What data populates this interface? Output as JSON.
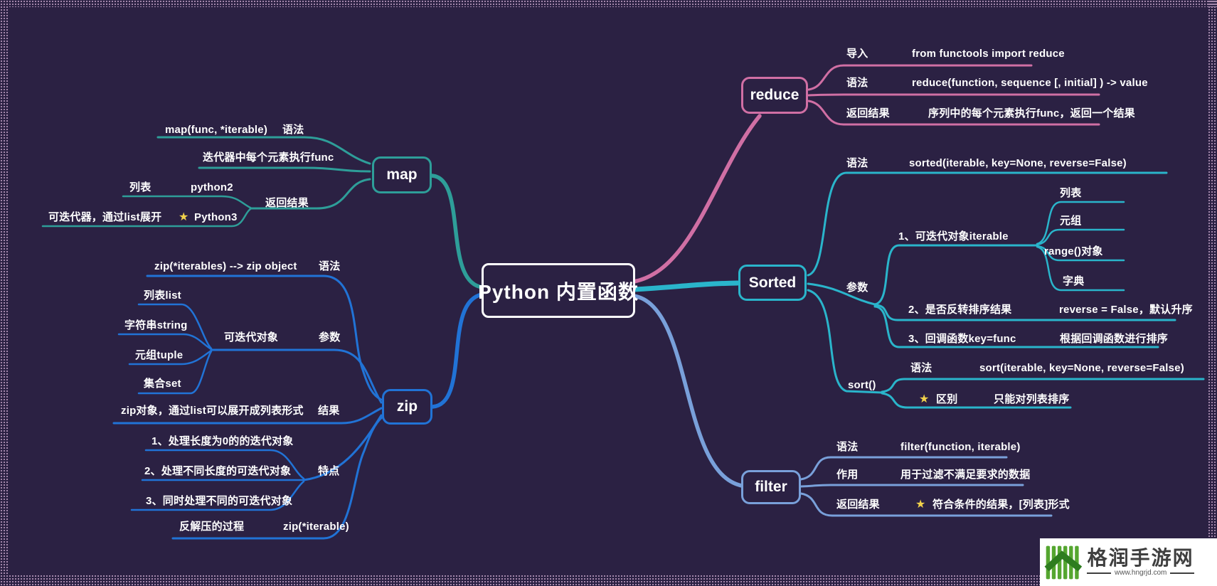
{
  "title": "Python 内置函数",
  "star": "★",
  "colors": {
    "background": "#2B2143",
    "dot_border": "#CBA9CE",
    "map_branch": "#2E9E99",
    "zip_branch": "#2173D6",
    "reduce_branch": "#D06FA4",
    "sorted_branch": "#2AB5CB",
    "filter_branch": "#79A0DA",
    "star": "#F2D24B",
    "central_border": "#FFFFFF"
  },
  "map": {
    "node": "map",
    "syntax_label": "语法",
    "syntax_value": "map(func, *iterable)",
    "desc": "迭代器中每个元素执行func",
    "result_label": "返回结果",
    "python2_label": "python2",
    "python2_value": "列表",
    "python3_label": "Python3",
    "python3_value": "可迭代器，通过list展开"
  },
  "zip": {
    "node": "zip",
    "syntax_label": "语法",
    "syntax_value": "zip(*iterables) --> zip object",
    "params_label": "参数",
    "params_node": "可迭代对象",
    "param_items": [
      "列表list",
      "字符串string",
      "元组tuple",
      "集合set"
    ],
    "result_label": "结果",
    "result_value": "zip对象，通过list可以展开成列表形式",
    "features_label": "特点",
    "feature_items": [
      "1、处理长度为0的的迭代对象",
      "2、处理不同长度的可迭代对象",
      "3、同时处理不同的可迭代对象"
    ],
    "unzip_label": "zip(*iterable)",
    "unzip_value": "反解压的过程"
  },
  "reduce": {
    "node": "reduce",
    "import_label": "导入",
    "import_value": "from functools import reduce",
    "syntax_label": "语法",
    "syntax_value": "reduce(function, sequence [, initial] ) -> value",
    "result_label": "返回结果",
    "result_value": "序列中的每个元素执行func，返回一个结果"
  },
  "sorted": {
    "node": "Sorted",
    "syntax_label": "语法",
    "syntax_value": "sorted(iterable, key=None, reverse=False)",
    "params_label": "参数",
    "param1": "1、可迭代对象iterable",
    "param1_items": [
      "列表",
      "元组",
      "range()对象",
      "字典"
    ],
    "param2": "2、是否反转排序结果",
    "param2_value": "reverse = False，默认升序",
    "param3": "3、回调函数key=func",
    "param3_value": "根据回调函数进行排序",
    "sort_label": "sort()",
    "sort_syntax_label": "语法",
    "sort_syntax_value": "sort(iterable, key=None, reverse=False)",
    "sort_diff_label": "区别",
    "sort_diff_value": "只能对列表排序"
  },
  "filter": {
    "node": "filter",
    "syntax_label": "语法",
    "syntax_value": "filter(function, iterable)",
    "action_label": "作用",
    "action_value": "用于过滤不满足要求的数据",
    "result_label": "返回结果",
    "result_value": "符合条件的结果，[列表]形式"
  },
  "watermark": {
    "site_name": "格润手游网",
    "site_url": "www.hngrjd.com"
  }
}
